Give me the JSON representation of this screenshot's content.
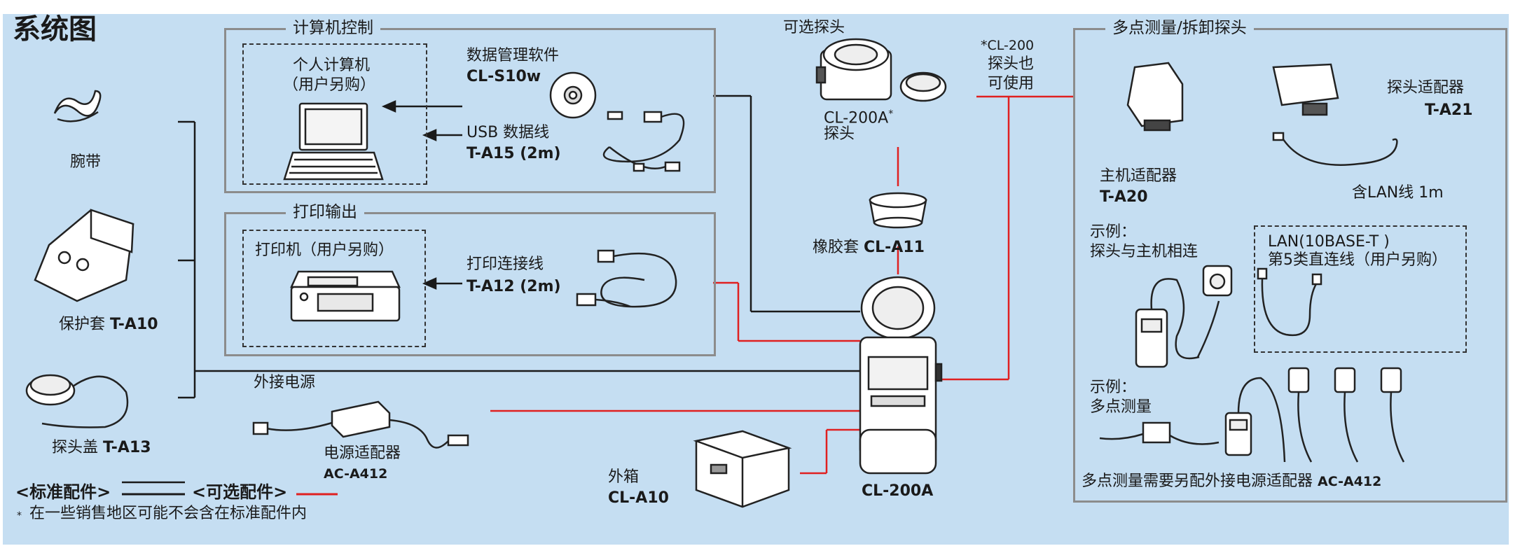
{
  "title": "系统图",
  "groups": {
    "computer": "计算机控制",
    "printer": "打印输出",
    "multi": "多点测量/拆卸探头",
    "optional_probe": "可选探头"
  },
  "labels": {
    "pc": "个人计算机",
    "pc_sub": "（用户另购）",
    "software": "数据管理软件",
    "software_model": "CL-S10w",
    "usb": "USB 数据线",
    "usb_model": "T-A15 (2m)",
    "printer": "打印机（用户另购）",
    "print_cable": "打印连接线",
    "print_cable_model": "T-A12 (2m)",
    "wrist": "腕带",
    "case_name": "保护套",
    "case_model": "T-A10",
    "cap_name": "探头盖",
    "cap_model": "T-A13",
    "ext_power": "外接电源",
    "adapter": "电源适配器",
    "adapter_model": "AC-A412",
    "probe_name": "CL-200A",
    "probe_star": "*",
    "probe_word": "探头",
    "rubber": "橡胶套",
    "rubber_model": "CL-A11",
    "cl200_note": "*CL-200",
    "cl200_note2": "探头也",
    "cl200_note3": "可使用",
    "main_adapter": "主机适配器",
    "main_adapter_model": "T-A20",
    "probe_adapter": "探头适配器",
    "probe_adapter_model": "T-A21",
    "lan_incl": "含LAN线  1m",
    "example1": "示例：",
    "example1_desc": "探头与主机相连",
    "lan_cable": "LAN(10BASE-T )",
    "lan_cable2": "第5类直连线（用户另购）",
    "example2": "示例：",
    "example2_desc": "多点测量",
    "multi_note": "多点测量需要另配外接电源适配器",
    "multi_note_model": "AC-A412",
    "box": "外箱",
    "box_model": "CL-A10",
    "main_unit": "CL-200A",
    "legend_standard": "<标准配件>",
    "legend_optional": "<可选配件>",
    "footnote_star": "*",
    "footnote": "在一些销售地区可能不会含在标准配件内"
  },
  "colors": {
    "background": "#c5def2",
    "standard_line": "#1a1a1a",
    "optional_line": "#e02020",
    "frame": "#8c8c8c"
  }
}
